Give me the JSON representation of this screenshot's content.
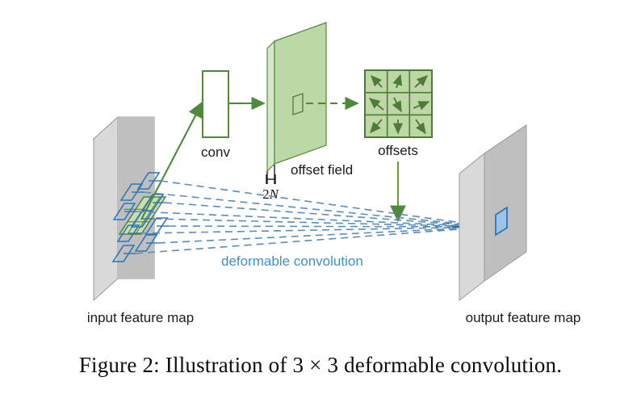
{
  "figure": {
    "caption": "Figure 2: Illustration of 3 × 3 deformable convolution.",
    "caption_prefix": "Figure 2:",
    "caption_body": "Illustration of 3 × 3 deformable convolution."
  },
  "labels": {
    "input_feature_map": "input feature map",
    "output_feature_map": "output feature map",
    "conv": "conv",
    "offset_field": "offset field",
    "offsets": "offsets",
    "deformable_convolution": "deformable convolution",
    "channels_2n": "2N",
    "channels_2n_number": "2",
    "channels_2n_symbol": "N"
  },
  "colors": {
    "slab_face": "#bfbfbf",
    "slab_top": "#e8e8e8",
    "slab_side": "#d9d9d9",
    "slab_outline": "#808080",
    "green_fill": "#bdd7a6",
    "green_fill_light": "#c9e0b4",
    "green_stroke": "#4e8a3a",
    "green_dark": "#4e7c34",
    "blue_fill": "#9dc3e6",
    "blue_stroke": "#2e75b6",
    "blue_dash": "#5b8db8",
    "blue_text": "#3f8fd0",
    "text": "#1a1a1a",
    "white": "#ffffff"
  },
  "chart_data": {
    "type": "diagram",
    "title": "3 x 3 deformable convolution",
    "nodes": [
      {
        "id": "input-feature-map",
        "label": "input feature map",
        "kind": "3d-slab",
        "color": "#bfbfbf"
      },
      {
        "id": "conv",
        "label": "conv",
        "kind": "box",
        "color": "#ffffff"
      },
      {
        "id": "offset-field",
        "label": "offset field",
        "kind": "3d-slab",
        "color": "#bdd7a6",
        "depth_label": "2N"
      },
      {
        "id": "offsets",
        "label": "offsets",
        "kind": "grid-3x3",
        "color": "#bdd7a6"
      },
      {
        "id": "output-feature-map",
        "label": "output feature map",
        "kind": "3d-slab",
        "color": "#bfbfbf"
      }
    ],
    "edges": [
      {
        "from": "input-feature-map",
        "to": "conv",
        "style": "solid",
        "color": "#4e8a3a"
      },
      {
        "from": "conv",
        "to": "offset-field",
        "style": "solid",
        "color": "#4e8a3a"
      },
      {
        "from": "offset-field",
        "to": "offsets",
        "style": "dashed",
        "color": "#4e8a3a"
      },
      {
        "from": "offsets",
        "to": "output-feature-map",
        "style": "solid",
        "color": "#4e8a3a"
      },
      {
        "from": "input-feature-map",
        "to": "output-feature-map",
        "style": "dashed",
        "color": "#5b8db8",
        "label": "deformable convolution"
      }
    ],
    "offsets_grid": {
      "rows": 3,
      "cols": 3,
      "cells": [
        {
          "row": 0,
          "col": 0,
          "direction": "up-left",
          "angle_deg": 135
        },
        {
          "row": 0,
          "col": 1,
          "direction": "up",
          "angle_deg": 75
        },
        {
          "row": 0,
          "col": 2,
          "direction": "up-right",
          "angle_deg": 40
        },
        {
          "row": 1,
          "col": 0,
          "direction": "up-left",
          "angle_deg": 155
        },
        {
          "row": 1,
          "col": 1,
          "direction": "down-right",
          "angle_deg": -60
        },
        {
          "row": 1,
          "col": 2,
          "direction": "right",
          "angle_deg": 12
        },
        {
          "row": 2,
          "col": 0,
          "direction": "down-left",
          "angle_deg": -145
        },
        {
          "row": 2,
          "col": 1,
          "direction": "down",
          "angle_deg": -85
        },
        {
          "row": 2,
          "col": 2,
          "direction": "down-right",
          "angle_deg": -55
        }
      ]
    },
    "sampling_grid": {
      "regular_kernel": "3x3 green grid on input feature map",
      "deformed_points": 9,
      "deformed_color": "#2e75b6"
    }
  }
}
